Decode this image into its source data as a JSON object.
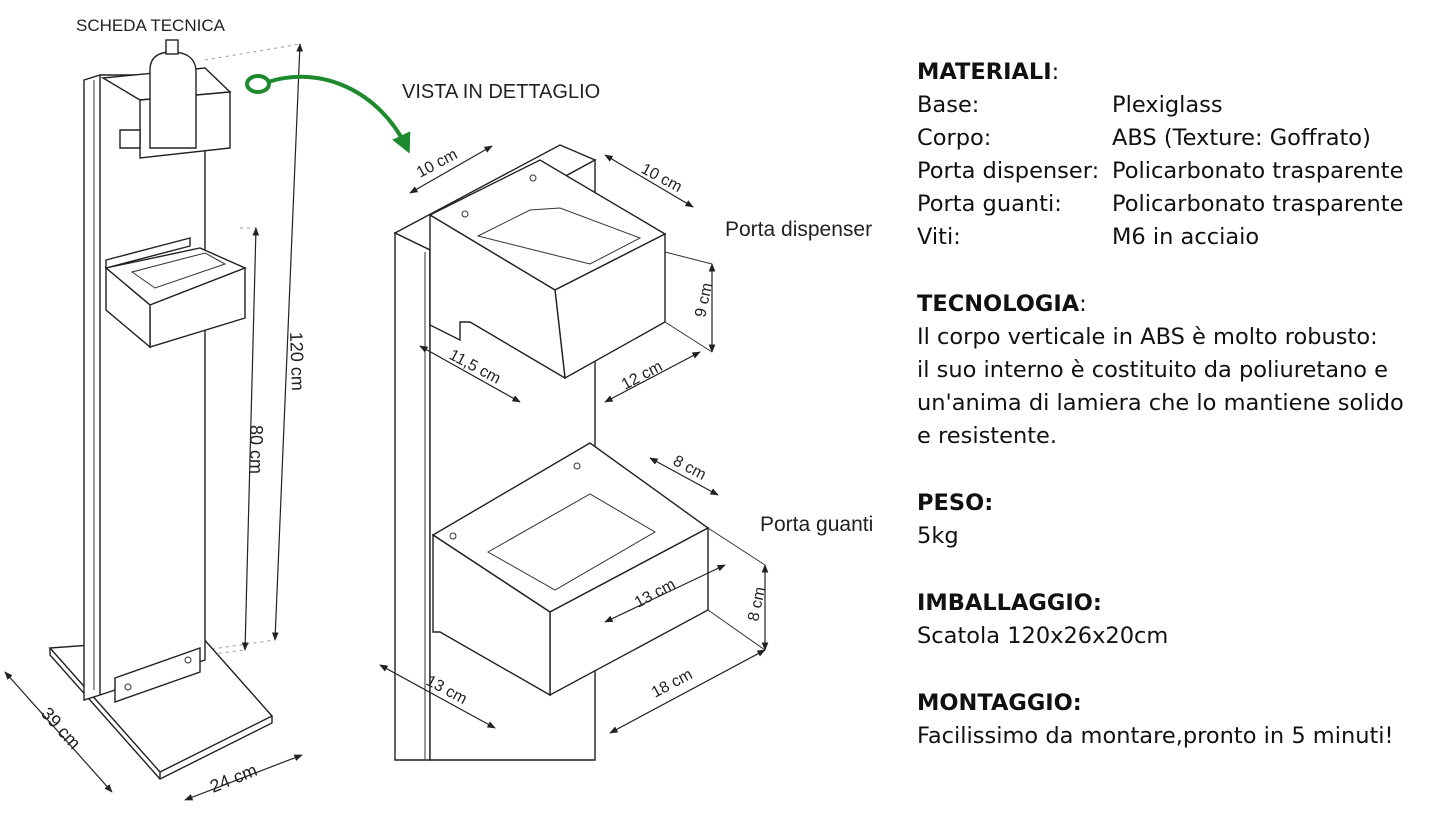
{
  "drawing": {
    "title_left": "SCHEDA TECNICA",
    "title_detail": "VISTA IN DETTAGLIO",
    "label_dispenser": "Porta dispenser",
    "label_gloves": "Porta guanti",
    "dims": {
      "height_total": "120 cm",
      "height_glove": "80 cm",
      "base_depth": "39 cm",
      "base_width": "24 cm",
      "disp_top_left": "10 cm",
      "disp_top_right": "10 cm",
      "disp_height": "9 cm",
      "disp_bottom_left": "11,5 cm",
      "disp_bottom_right": "12 cm",
      "glove_top": "8 cm",
      "glove_inner": "13 cm",
      "glove_height": "8 cm",
      "glove_bottom_left": "13 cm",
      "glove_bottom_right": "18 cm"
    },
    "accent": "#1e8a2e"
  },
  "specs": {
    "materiali": {
      "heading": "MATERIALI",
      "colon": ":",
      "rows": [
        {
          "k": "Base:",
          "v": "Plexiglass"
        },
        {
          "k": "Corpo:",
          "v": "ABS (Texture: Goffrato)"
        },
        {
          "k": "Porta dispenser:",
          "v": "Policarbonato trasparente"
        },
        {
          "k": "Porta guanti:",
          "v": "Policarbonato trasparente"
        },
        {
          "k": "Viti:",
          "v": "M6 in acciaio"
        }
      ]
    },
    "tecnologia": {
      "heading": "TECNOLOGIA",
      "colon": ":",
      "lines": [
        "Il corpo verticale in ABS è molto robusto:",
        "il suo interno è costituito da poliuretano e",
        "un'anima di lamiera che lo mantiene solido",
        "e resistente."
      ]
    },
    "peso": {
      "heading": "PESO:",
      "value": "5kg"
    },
    "imballaggio": {
      "heading": "IMBALLAGGIO:",
      "value": "Scatola 120x26x20cm"
    },
    "montaggio": {
      "heading": "MONTAGGIO:",
      "value": "Facilissimo da montare,pronto in 5 minuti!"
    }
  }
}
